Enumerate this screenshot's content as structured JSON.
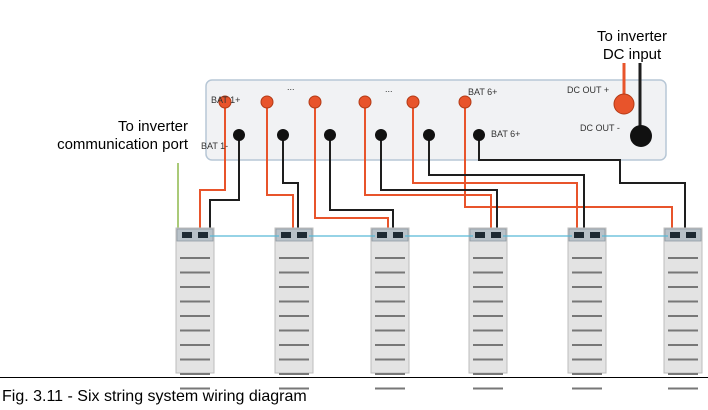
{
  "labels": {
    "inverter_dc": [
      "To inverter",
      "DC input"
    ],
    "inverter_comm": [
      "To inverter",
      "communication port"
    ]
  },
  "busbar": {
    "bat1_plus": "BAT 1+",
    "bat1_minus": "BAT 1-",
    "bat6_plus": "BAT 6+",
    "bat6_minus": "BAT 6+",
    "ellipsis_1": "...",
    "ellipsis_2": "...",
    "dc_out_plus": "DC OUT +",
    "dc_out_minus": "DC OUT -"
  },
  "battery_count": 6,
  "colors": {
    "positive_wire": "#e8542b",
    "negative_wire": "#1e1e1e",
    "comm_wire": "#58b9d6",
    "inverter_comm_wire": "#8db84a",
    "busbar_fill": "#f1f2f4",
    "busbar_border": "#b7c7d6",
    "module_fill": "#e3e3e3",
    "module_slot": "#777777"
  },
  "caption": "Fig. 3.11 - Six string system wiring diagram"
}
